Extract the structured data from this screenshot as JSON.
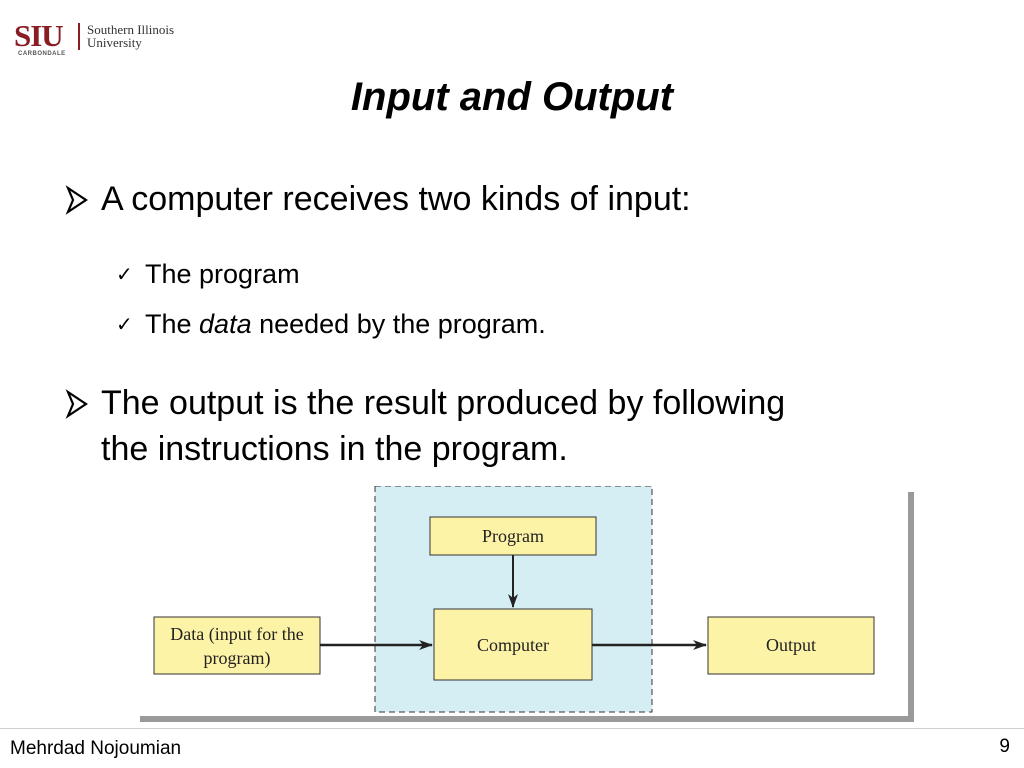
{
  "logo": {
    "initials": "SIU",
    "line1": "Southern Illinois",
    "line2": "University",
    "subline": "CARBONDALE",
    "color": "#8a1c24"
  },
  "slide": {
    "title": "Input and Output",
    "bullets": [
      {
        "icon": "arrow-bullet-icon",
        "text": "A computer receives two kinds of input:",
        "subitems": [
          {
            "icon": "checkmark-icon",
            "text": "The program"
          },
          {
            "icon": "checkmark-icon",
            "pre": "The ",
            "em": "data",
            "post": " needed by the program."
          }
        ]
      },
      {
        "icon": "arrow-bullet-icon",
        "line1": "The output is the result produced by following",
        "line2": "the instructions in the program."
      }
    ]
  },
  "diagram": {
    "program": "Program",
    "data_line1": "Data (input for the",
    "data_line2": "program)",
    "computer": "Computer",
    "output": "Output",
    "box_fill": "#fdf3a7",
    "region_fill": "#d4eef3"
  },
  "footer": {
    "author": "Mehrdad Nojoumian",
    "page": "9"
  }
}
